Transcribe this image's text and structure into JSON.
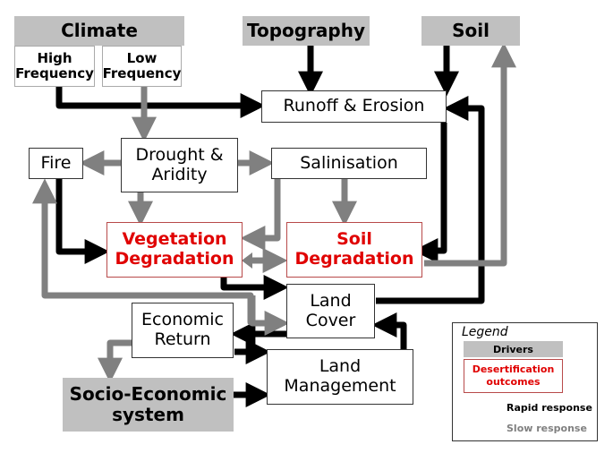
{
  "drivers": {
    "climate": "Climate",
    "climate_high": "High Frequency",
    "climate_low": "Low Frequency",
    "topography": "Topography",
    "soil": "Soil",
    "socio_economic": "Socio-Economic system"
  },
  "processes": {
    "runoff_erosion": "Runoff & Erosion",
    "fire": "Fire",
    "drought_aridity": "Drought & Aridity",
    "salinisation": "Salinisation",
    "land_cover": "Land Cover",
    "economic_return": "Economic Return",
    "land_management": "Land Management"
  },
  "outcomes": {
    "vegetation_degradation": "Vegetation Degradation",
    "soil_degradation": "Soil Degradation"
  },
  "legend": {
    "title": "Legend",
    "drivers": "Drivers",
    "outcomes": "Desertification outcomes",
    "rapid": "Rapid response",
    "slow": "Slow response"
  },
  "colors": {
    "rapid": "#000000",
    "slow": "#808080",
    "driver_fill": "#c0c0c0",
    "outcome_text": "#e00000"
  }
}
